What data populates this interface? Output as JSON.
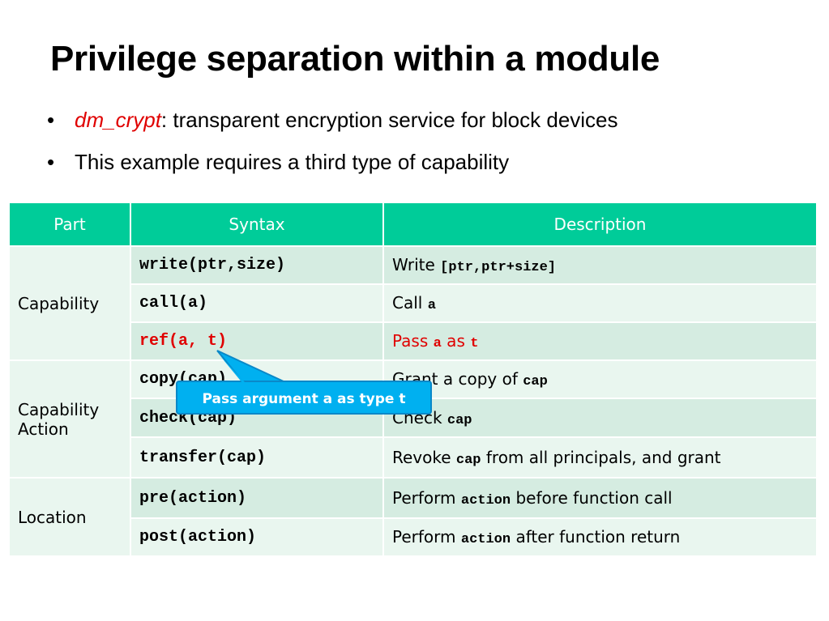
{
  "slide": {
    "title": "Privilege separation within a module",
    "bullets": [
      {
        "highlight": "dm_crypt",
        "text": ": transparent encryption service for block devices"
      },
      {
        "highlight": "",
        "text": "This example requires a third type of capability"
      }
    ]
  },
  "table": {
    "headers": [
      "Part",
      "Syntax",
      "Description"
    ],
    "groups": [
      {
        "part": "Capability",
        "rows": [
          {
            "syntax": "write(ptr,size)",
            "desc_pre": "Write ",
            "desc_code": "[ptr,ptr+size]",
            "desc_post": ""
          },
          {
            "syntax": "call(a)",
            "desc_pre": "Call ",
            "desc_code": "a",
            "desc_post": ""
          },
          {
            "syntax": "ref(a, t)",
            "desc_pre": "Pass ",
            "desc_code": "a",
            "desc_mid": " as ",
            "desc_code2": "t",
            "desc_post": ""
          }
        ]
      },
      {
        "part_line1": "Capability",
        "part_line2": "Action",
        "rows": [
          {
            "syntax": "copy(cap)",
            "desc_pre": "Grant a copy of ",
            "desc_code": "cap",
            "desc_post": ""
          },
          {
            "syntax": "check(cap)",
            "desc_pre": "Check ",
            "desc_code": "cap",
            "desc_post": ""
          },
          {
            "syntax": "transfer(cap)",
            "desc_pre": "Revoke ",
            "desc_code": "cap",
            "desc_post": " from all principals, and grant"
          }
        ]
      },
      {
        "part": "Location",
        "rows": [
          {
            "syntax": "pre(action)",
            "desc_pre": "Perform ",
            "desc_code": "action",
            "desc_post": " before function call"
          },
          {
            "syntax": "post(action)",
            "desc_pre": "Perform ",
            "desc_code": "action",
            "desc_post": " after function return"
          }
        ]
      }
    ]
  },
  "callout": {
    "text": "Pass argument a as type t"
  },
  "colors": {
    "header": "#00cc99",
    "callout": "#00b0f0",
    "highlight": "#e00000"
  }
}
